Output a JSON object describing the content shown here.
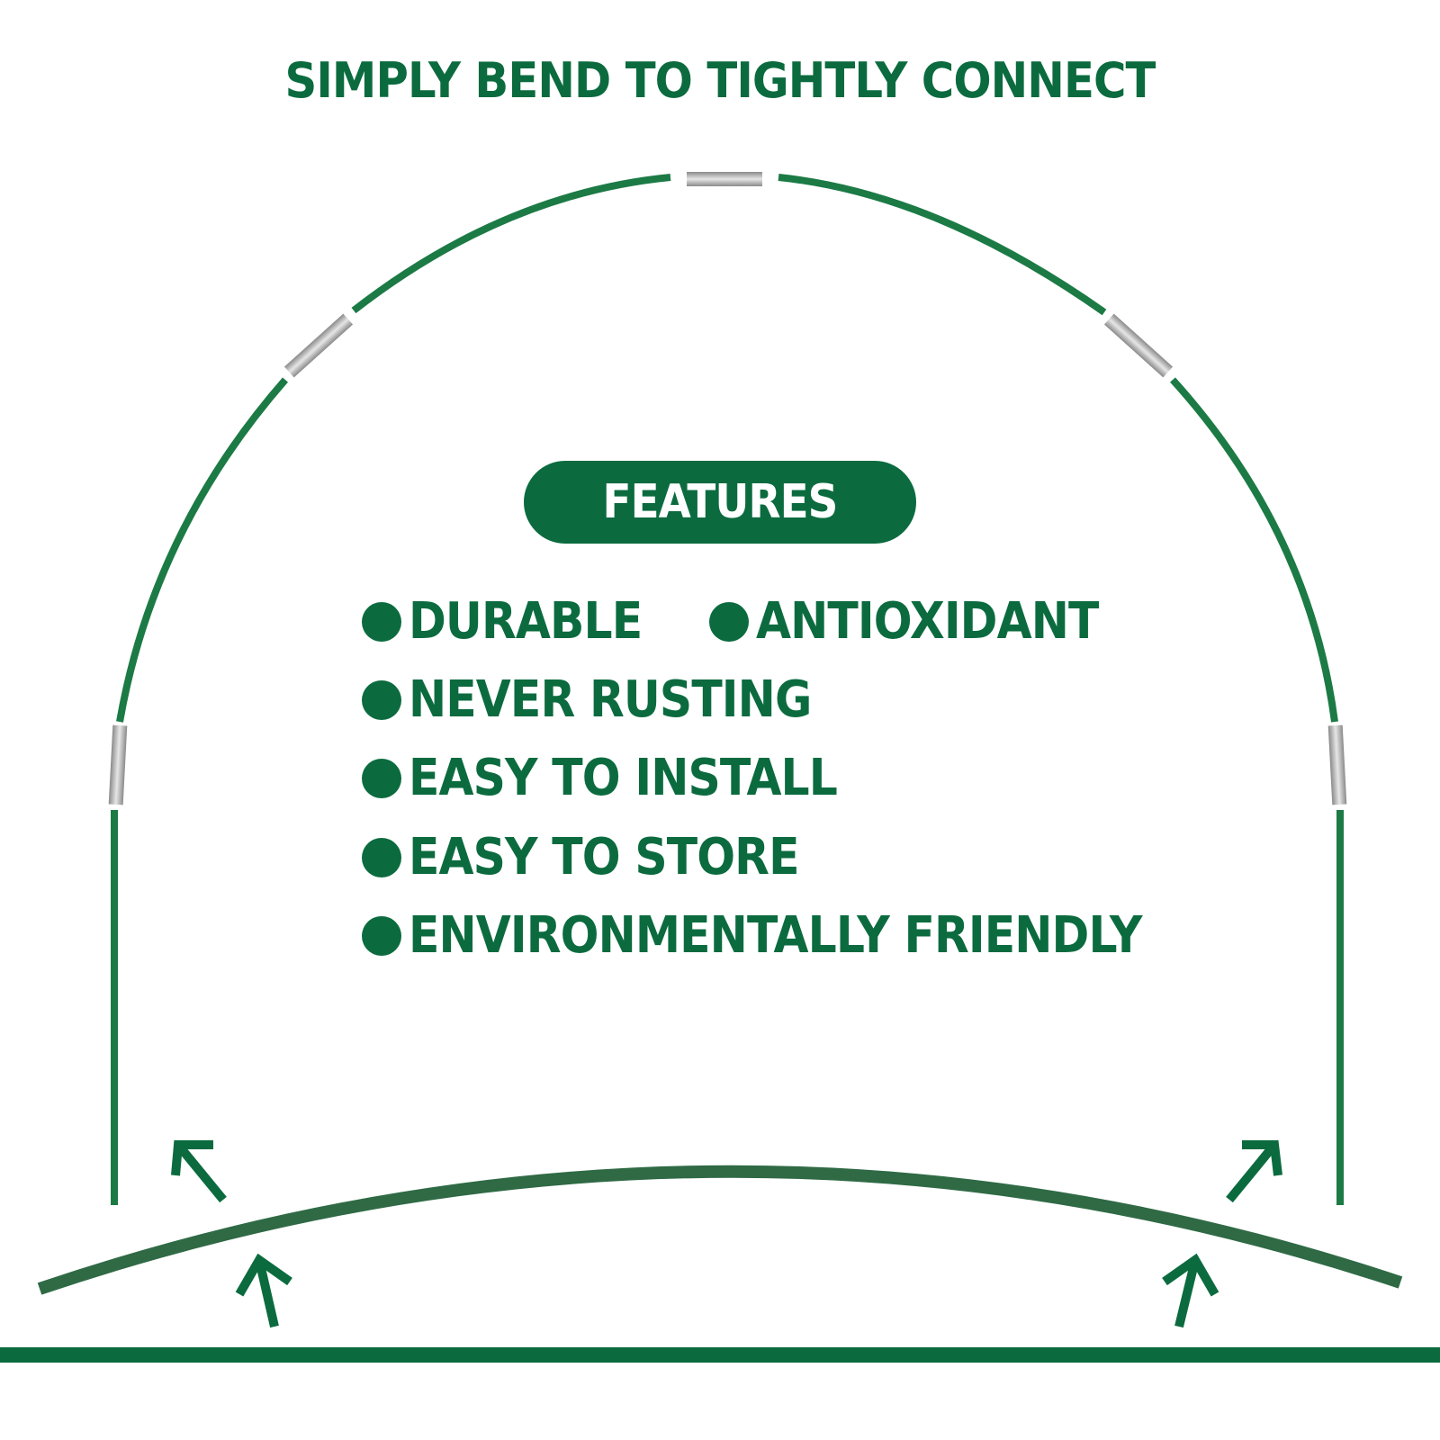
{
  "headline": "SIMPLY BEND TO TIGHTLY CONNECT",
  "badge": "FEATURES",
  "features": [
    "DURABLE",
    "ANTIOXIDANT",
    "NEVER RUSTING",
    "EASY TO INSTALL",
    "EASY TO STORE",
    "ENVIRONMENTALLY FRIENDLY"
  ],
  "colors": {
    "brand_green": "#0b6b3f",
    "pipe_green": "#1c7a45",
    "bent_pipe": "#2f6a45",
    "connector_gray": "#b8b8b8",
    "background": "#ffffff"
  },
  "icons": [
    "arrow-icon",
    "bullet-dot-icon"
  ]
}
